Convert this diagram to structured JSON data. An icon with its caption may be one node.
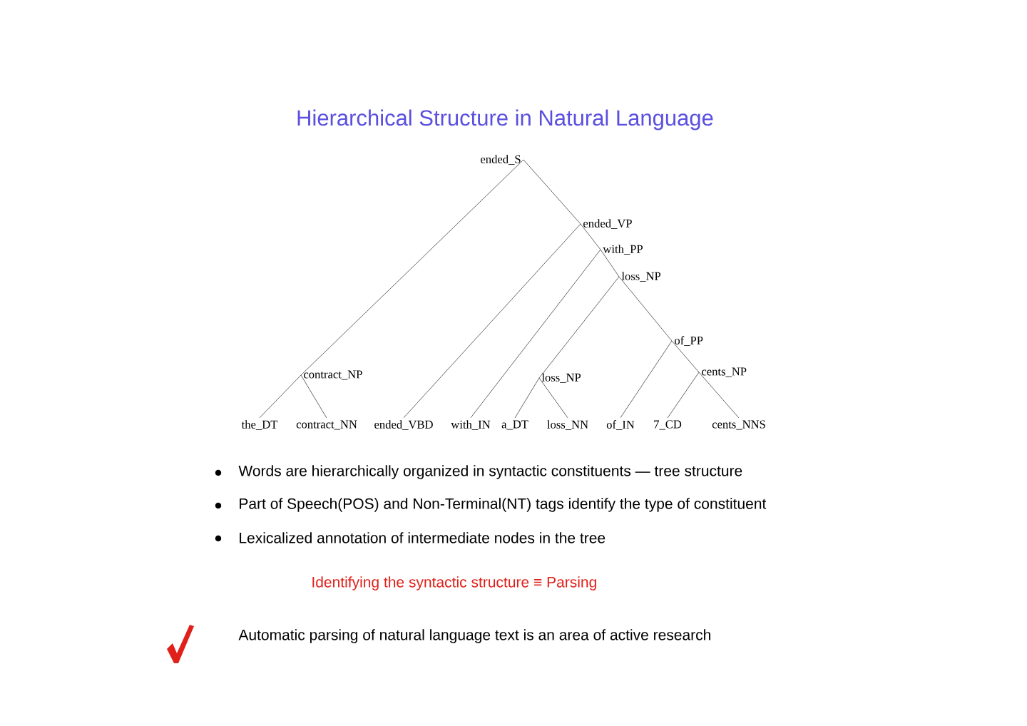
{
  "diagram": {
    "title": "Hierarchical Structure in Natural Language",
    "nodes": [
      {
        "text": [
          "ended_S"
        ]
      },
      {
        "text": [
          "ended_VP"
        ]
      },
      {
        "text": [
          "with_PP"
        ]
      },
      {
        "text": [
          "loss_NP"
        ]
      },
      {
        "text": [
          "of_PP"
        ]
      },
      {
        "text": [
          "contract_NP"
        ]
      },
      {
        "text": [
          "loss_NP"
        ]
      },
      {
        "text": [
          "cents_NP"
        ]
      },
      {
        "text": [
          "the_DT"
        ]
      },
      {
        "text": [
          "contract_NN"
        ]
      },
      {
        "text": [
          "ended_VBD"
        ]
      },
      {
        "text": [
          "with_IN"
        ]
      },
      {
        "text": [
          "a_DT"
        ]
      },
      {
        "text": [
          "loss_NN"
        ]
      },
      {
        "text": [
          "of_IN"
        ]
      },
      {
        "text": [
          "7_CD"
        ]
      },
      {
        "text": [
          "cents_NNS"
        ]
      }
    ],
    "edges": [
      {
        "from": 0,
        "to": 5,
        "arrow": "none"
      },
      {
        "from": 0,
        "to": 1,
        "arrow": "none"
      },
      {
        "from": 5,
        "to": 8,
        "arrow": "none"
      },
      {
        "from": 5,
        "to": 9,
        "arrow": "none"
      },
      {
        "from": 1,
        "to": 10,
        "arrow": "none"
      },
      {
        "from": 1,
        "to": 2,
        "arrow": "none"
      },
      {
        "from": 2,
        "to": 11,
        "arrow": "none"
      },
      {
        "from": 2,
        "to": 3,
        "arrow": "none"
      },
      {
        "from": 3,
        "to": 6,
        "arrow": "none"
      },
      {
        "from": 3,
        "to": 4,
        "arrow": "none"
      },
      {
        "from": 6,
        "to": 12,
        "arrow": "none"
      },
      {
        "from": 6,
        "to": 13,
        "arrow": "none"
      },
      {
        "from": 4,
        "to": 14,
        "arrow": "none"
      },
      {
        "from": 4,
        "to": 7,
        "arrow": "none"
      },
      {
        "from": 7,
        "to": 15,
        "arrow": "none"
      },
      {
        "from": 7,
        "to": 16,
        "arrow": "none"
      }
    ],
    "labels": [
      "Words are hierarchically organized in syntactic constituents — tree structure",
      "Part of Speech(POS) and Non-Terminal(NT) tags identify the type of constituent",
      "Lexicalized annotation of intermediate nodes in the tree",
      "Identifying the syntactic structure ≡ Parsing",
      "Automatic parsing of natural language text is an area of active research"
    ]
  }
}
